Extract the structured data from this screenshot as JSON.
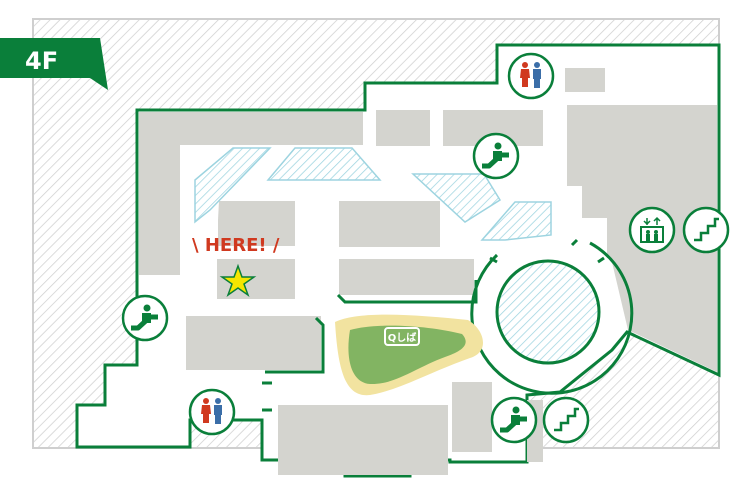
{
  "floor_label": "4F",
  "here_marker": {
    "label": "HERE!"
  },
  "park_label": "Qしば",
  "facilities": [
    {
      "type": "restroom",
      "icon": "restroom-icon"
    },
    {
      "type": "escalator",
      "icon": "escalator-icon"
    },
    {
      "type": "elevator",
      "icon": "elevator-icon"
    },
    {
      "type": "stairs",
      "icon": "stairs-icon"
    }
  ],
  "colors": {
    "green": "#0a7f3a",
    "store": "#d4d4cf",
    "void_hatch": "#9dd4e0",
    "outside_hatch": "#cfcfcf",
    "lawn": "#82b462",
    "sand": "#f2e3a0",
    "here_red": "#d0391f",
    "star": "#f5e600"
  }
}
